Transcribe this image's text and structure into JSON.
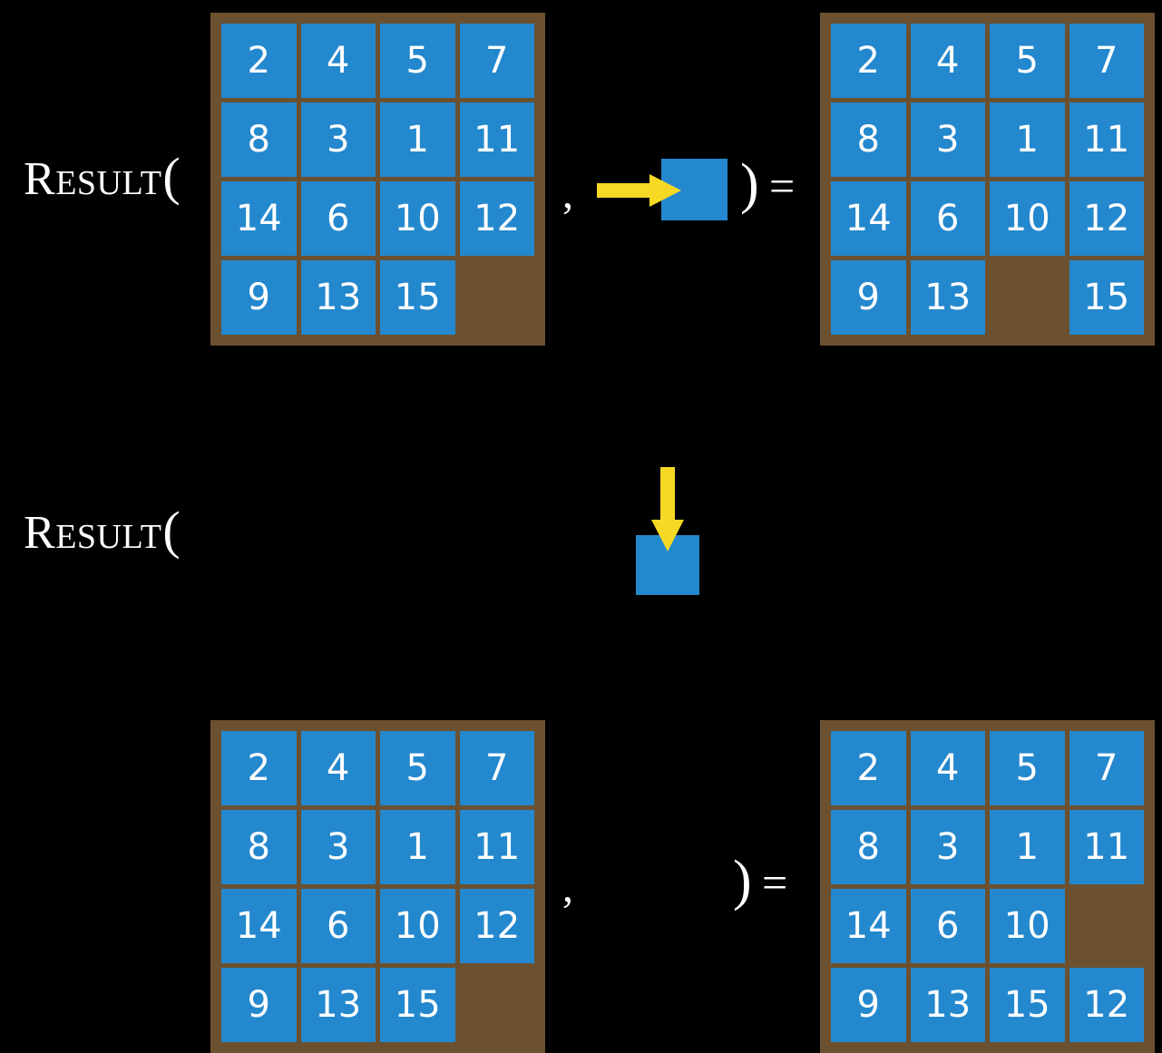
{
  "page": {
    "background_color": "#000000",
    "title": "Result function applied to 15-puzzle states"
  },
  "palette": {
    "board_frame": "#6B5130",
    "tile": "#2488CE",
    "tile_text": "#FFFFFF",
    "arrow": "#F5D924",
    "text": "#FFFFFF",
    "background": "#000000"
  },
  "symbols": {
    "result_cap_first": "R",
    "result_cap_rest": "ESULT",
    "paren_open": "(",
    "comma": ",",
    "paren_close": ")",
    "equals": "=",
    "blank_label": ""
  },
  "equations": [
    {
      "id": "equation-right-move",
      "label": "RESULT(",
      "state_before": {
        "name": "initial-state",
        "rows": [
          [
            "2",
            "4",
            "5",
            "7"
          ],
          [
            "8",
            "3",
            "1",
            "11"
          ],
          [
            "14",
            "6",
            "10",
            "12"
          ],
          [
            "9",
            "13",
            "15",
            ""
          ]
        ]
      },
      "action": {
        "name": "move-right",
        "arrow_direction": "right",
        "arrow_icon": "arrow-right-icon",
        "tile_icon": "blue-tile-icon"
      },
      "state_after": {
        "name": "result-state",
        "rows": [
          [
            "2",
            "4",
            "5",
            "7"
          ],
          [
            "8",
            "3",
            "1",
            "11"
          ],
          [
            "14",
            "6",
            "10",
            "12"
          ],
          [
            "9",
            "13",
            "",
            "15"
          ]
        ]
      }
    },
    {
      "id": "equation-down-move",
      "label": "RESULT(",
      "state_before": {
        "name": "initial-state",
        "rows": [
          [
            "2",
            "4",
            "5",
            "7"
          ],
          [
            "8",
            "3",
            "1",
            "11"
          ],
          [
            "14",
            "6",
            "10",
            "12"
          ],
          [
            "9",
            "13",
            "15",
            ""
          ]
        ]
      },
      "action": {
        "name": "move-down",
        "arrow_direction": "down",
        "arrow_icon": "arrow-down-icon",
        "tile_icon": "blue-tile-icon"
      },
      "state_after": {
        "name": "result-state",
        "rows": [
          [
            "2",
            "4",
            "5",
            "7"
          ],
          [
            "8",
            "3",
            "1",
            "11"
          ],
          [
            "14",
            "6",
            "10",
            ""
          ],
          [
            "9",
            "13",
            "15",
            "12"
          ]
        ]
      }
    }
  ]
}
